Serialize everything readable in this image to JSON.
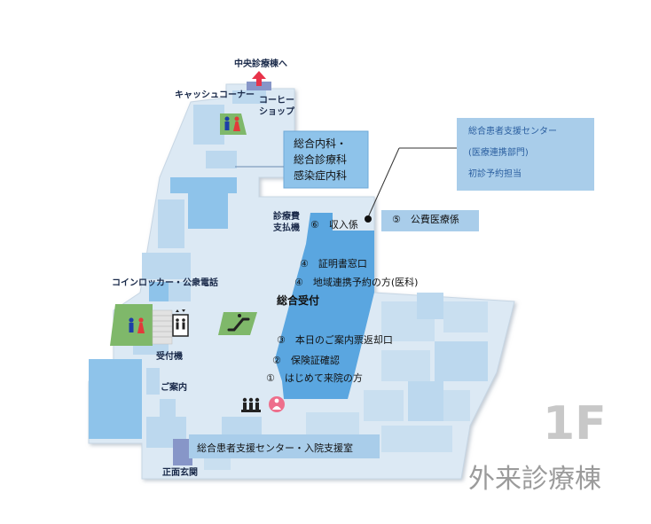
{
  "floor": {
    "number": "1F",
    "building": "外来診療棟"
  },
  "labels": {
    "to_central": "中央診療棟へ",
    "cash_corner": "キャッシュコーナー",
    "coffee_shop": "コーヒー\nショップ",
    "coin_locker": "コインロッカー・公衆電話",
    "reception_machine": "受付機",
    "guidance": "ご案内",
    "main_entrance": "正面玄関",
    "general_reception": "総合受付",
    "payment_machine": "診療費\n支払機"
  },
  "departments_box": {
    "text": "総合内科・\n総合診療科\n感染症内科"
  },
  "support_callout": {
    "line1": "総合患者支援センター",
    "line2": "(医療連携部門)",
    "line3": "初診予約担当"
  },
  "counters": {
    "c6": "⑥　収入係",
    "c5": "⑤　公費医療係",
    "c4a": "④　証明書窓口",
    "c4b": "④　地域連携予約の方(医科)",
    "c3": "③　本日のご案内票返却口",
    "c2": "②　保険証確認",
    "c1": "①　はじめて来院の方"
  },
  "support_room": {
    "text": "総合患者支援センター・入院支援室"
  },
  "colors": {
    "floor": "#dce9f4",
    "room_light": "#bcd8ee",
    "room_mid": "#8ec3ea",
    "counter_strip": "#5aa6e0",
    "callout_bg": "#a9cdea",
    "callout_text": "#2b5fa0",
    "toilet_green": "#7fb86a",
    "arrow_red": "#e8334a",
    "floor_text": "#c8c8c8"
  },
  "icons": [
    "toilet-icon",
    "elevator-icon",
    "escalator-icon",
    "family-icon",
    "nursing-room-icon",
    "up-arrow-icon"
  ]
}
